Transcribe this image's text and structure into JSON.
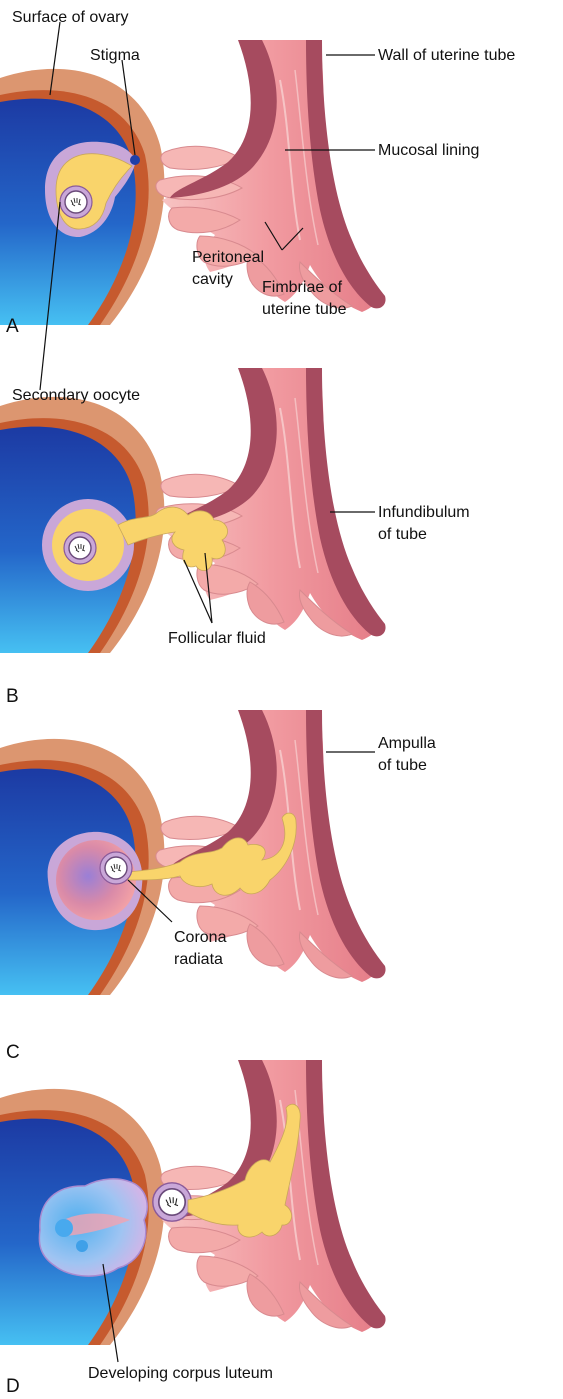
{
  "figure": {
    "panels": [
      {
        "letter": "A",
        "labels": {
          "surface_of_ovary": "Surface of ovary",
          "stigma": "Stigma",
          "wall_of_uterine_tube": "Wall of uterine tube",
          "mucosal_lining": "Mucosal lining",
          "peritoneal_cavity_line1": "Peritoneal",
          "peritoneal_cavity_line2": "cavity",
          "fimbriae_line1": "Fimbriae of",
          "fimbriae_line2": "uterine tube"
        }
      },
      {
        "letter": "B",
        "labels": {
          "secondary_oocyte": "Secondary oocyte",
          "infundibulum_line1": "Infundibulum",
          "infundibulum_line2": "of tube",
          "follicular_fluid": "Follicular fluid"
        }
      },
      {
        "letter": "C",
        "labels": {
          "ampulla_line1": "Ampulla",
          "ampulla_line2": "of tube",
          "corona_line1": "Corona",
          "corona_line2": "radiata"
        }
      },
      {
        "letter": "D",
        "labels": {
          "developing_corpus_luteum": "Developing corpus luteum"
        }
      }
    ],
    "colors": {
      "ovary_surface": "#d9916b",
      "ovary_inner_rim": "#c4592e",
      "ovary_blue_dark": "#1f3fa8",
      "ovary_blue_light": "#3fb6ef",
      "follicle_wall": "#c7a4d6",
      "follicular_fluid": "#f9d46b",
      "tube_wall": "#a64b5f",
      "mucosa": "#f0a3a6",
      "corpus_luteum": "#8fb8ee"
    }
  }
}
